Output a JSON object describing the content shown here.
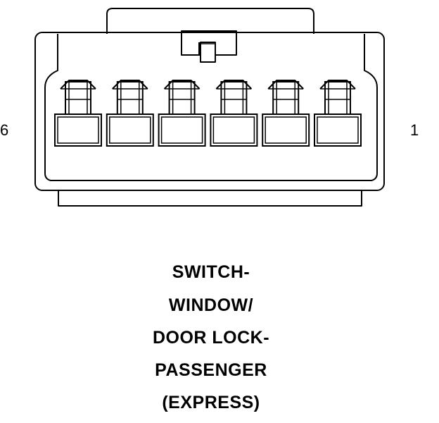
{
  "connector": {
    "cavity_count": 6,
    "pin_label_left": "6",
    "pin_label_right": "1"
  },
  "caption": {
    "lines": [
      "SWITCH-",
      "WINDOW/",
      "DOOR LOCK-",
      "PASSENGER",
      "(EXPRESS)"
    ]
  },
  "colors": {
    "line": "#000000",
    "background": "#ffffff"
  }
}
